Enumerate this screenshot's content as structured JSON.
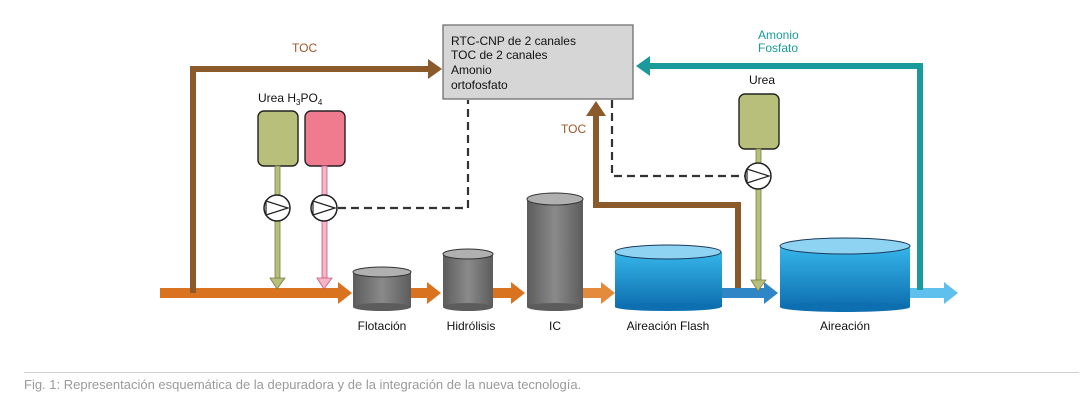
{
  "controller": {
    "lines": [
      "RTC-CNP de 2 canales",
      "TOC de 2 canales",
      "Amonio",
      "ortofosfato"
    ]
  },
  "labels": {
    "toc_top": "TOC",
    "toc_mid": "TOC",
    "amonio": "Amonio",
    "fosfato": "Fosfato",
    "urea_left": "Urea H",
    "h3po4_sub1": "3",
    "h3po4_mid": "PO",
    "h3po4_sub2": "4",
    "urea_right": "Urea"
  },
  "stages": [
    "Flotación",
    "Hidrólisis",
    "IC",
    "Aireación Flash",
    "Aireación"
  ],
  "caption": "Fig. 1: Representación esquemática de la depuradora y de la integración de la nueva tecnología.",
  "colors": {
    "brown": "#8b5a2b",
    "orange": "#d9731f",
    "teal": "#1a9a9a",
    "blue": "#2f86c7",
    "light_blue": "#5fc0ee",
    "urea_green": "#b7bf7a",
    "h3po4_pink": "#f07a8e",
    "gray_tank": "#6f6f6f",
    "controller_fill": "#d6d6d6"
  }
}
